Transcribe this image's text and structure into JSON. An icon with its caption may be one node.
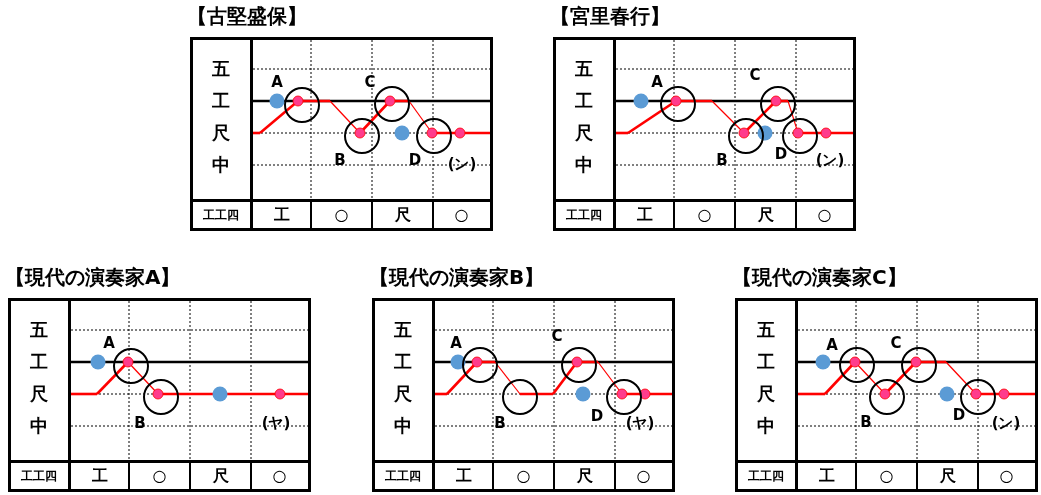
{
  "diagram": {
    "nodes": [
      {
        "text": [
          "【古堅盛保】",
          "五",
          "工",
          "尺",
          "中",
          "工工四",
          "工",
          "○",
          "尺",
          "○",
          "A",
          "B",
          "C",
          "D",
          "(ン)"
        ]
      },
      {
        "text": [
          "【宮里春行】",
          "五",
          "工",
          "尺",
          "中",
          "工工四",
          "工",
          "○",
          "尺",
          "○",
          "A",
          "B",
          "C",
          "D",
          "(ン)"
        ]
      },
      {
        "text": [
          "【現代の演奏家A】",
          "五",
          "工",
          "尺",
          "中",
          "工工四",
          "工",
          "○",
          "尺",
          "○",
          "A",
          "B",
          "(ヤ)"
        ]
      },
      {
        "text": [
          "【現代の演奏家B】",
          "五",
          "工",
          "尺",
          "中",
          "工工四",
          "工",
          "○",
          "尺",
          "○",
          "A",
          "B",
          "C",
          "D",
          "(ヤ)"
        ]
      },
      {
        "text": [
          "【現代の演奏家C】",
          "五",
          "工",
          "尺",
          "中",
          "工工四",
          "工",
          "○",
          "尺",
          "○",
          "A",
          "B",
          "C",
          "D",
          "(ン)"
        ]
      }
    ],
    "edges": []
  }
}
